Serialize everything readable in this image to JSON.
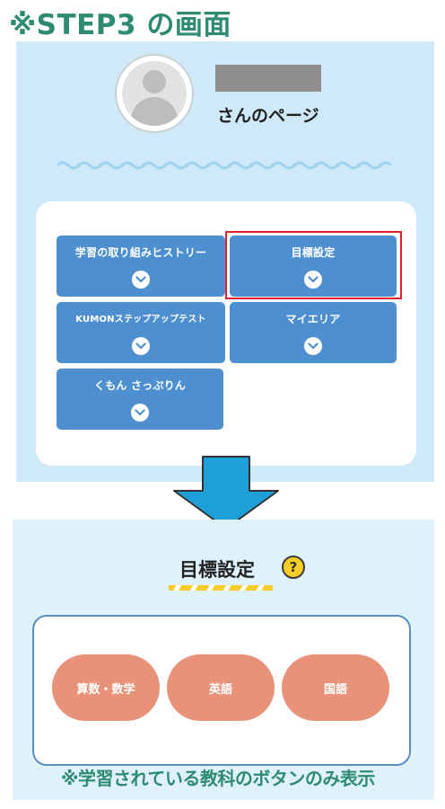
{
  "step_title": "※STEP3 の画面",
  "profile": {
    "page_label": "さんのページ"
  },
  "menu": {
    "items": [
      {
        "label": "学習の取り組みヒストリー"
      },
      {
        "label": "目標設定"
      },
      {
        "label": "KUMONステップアップテスト"
      },
      {
        "label": "マイエリア"
      },
      {
        "label": "くもん さっぷりん"
      }
    ],
    "highlighted_item": "目標設定"
  },
  "goal_section": {
    "title": "目標設定",
    "help_symbol": "?",
    "subjects": [
      {
        "label": "算数・数学"
      },
      {
        "label": "英語"
      },
      {
        "label": "国語"
      }
    ]
  },
  "footnote": "※学習されている教科のボタンのみ表示",
  "colors": {
    "accent_green": "#2e8b72",
    "panel_blue": "#cfe9f8",
    "menu_button": "#4e8fd0",
    "subject_button": "#e8927a",
    "highlight_red": "#e0202a",
    "arrow": "#1e9fd8"
  },
  "icons": {
    "avatar": "user-avatar-icon",
    "chevron": "chevron-down-circle-icon",
    "arrow": "down-arrow-icon",
    "help": "question-circle-icon"
  }
}
